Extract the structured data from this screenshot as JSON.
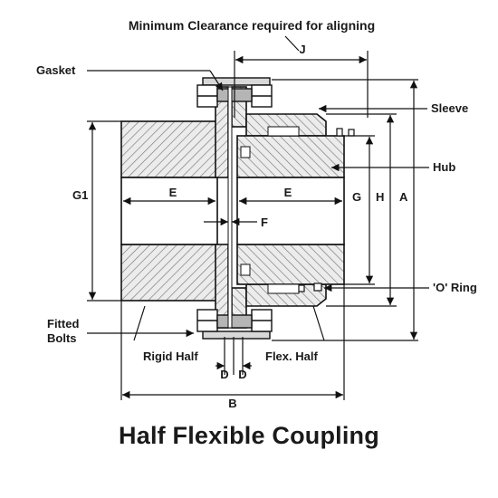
{
  "diagram": {
    "header": "Minimum Clearance required for aligning",
    "title": "Half Flexible Coupling",
    "labels": {
      "gasket": "Gasket",
      "sleeve": "Sleeve",
      "hub": "Hub",
      "o_ring": "'O' Ring",
      "fitted_bolts_line1": "Fitted",
      "fitted_bolts_line2": "Bolts",
      "rigid_half": "Rigid Half",
      "flex_half": "Flex. Half"
    },
    "dimensions": {
      "j": "J",
      "e_left": "E",
      "e_right": "E",
      "f": "F",
      "g1": "G1",
      "g": "G",
      "h": "H",
      "a": "A",
      "d_left": "D",
      "d_right": "D",
      "b": "B"
    }
  }
}
